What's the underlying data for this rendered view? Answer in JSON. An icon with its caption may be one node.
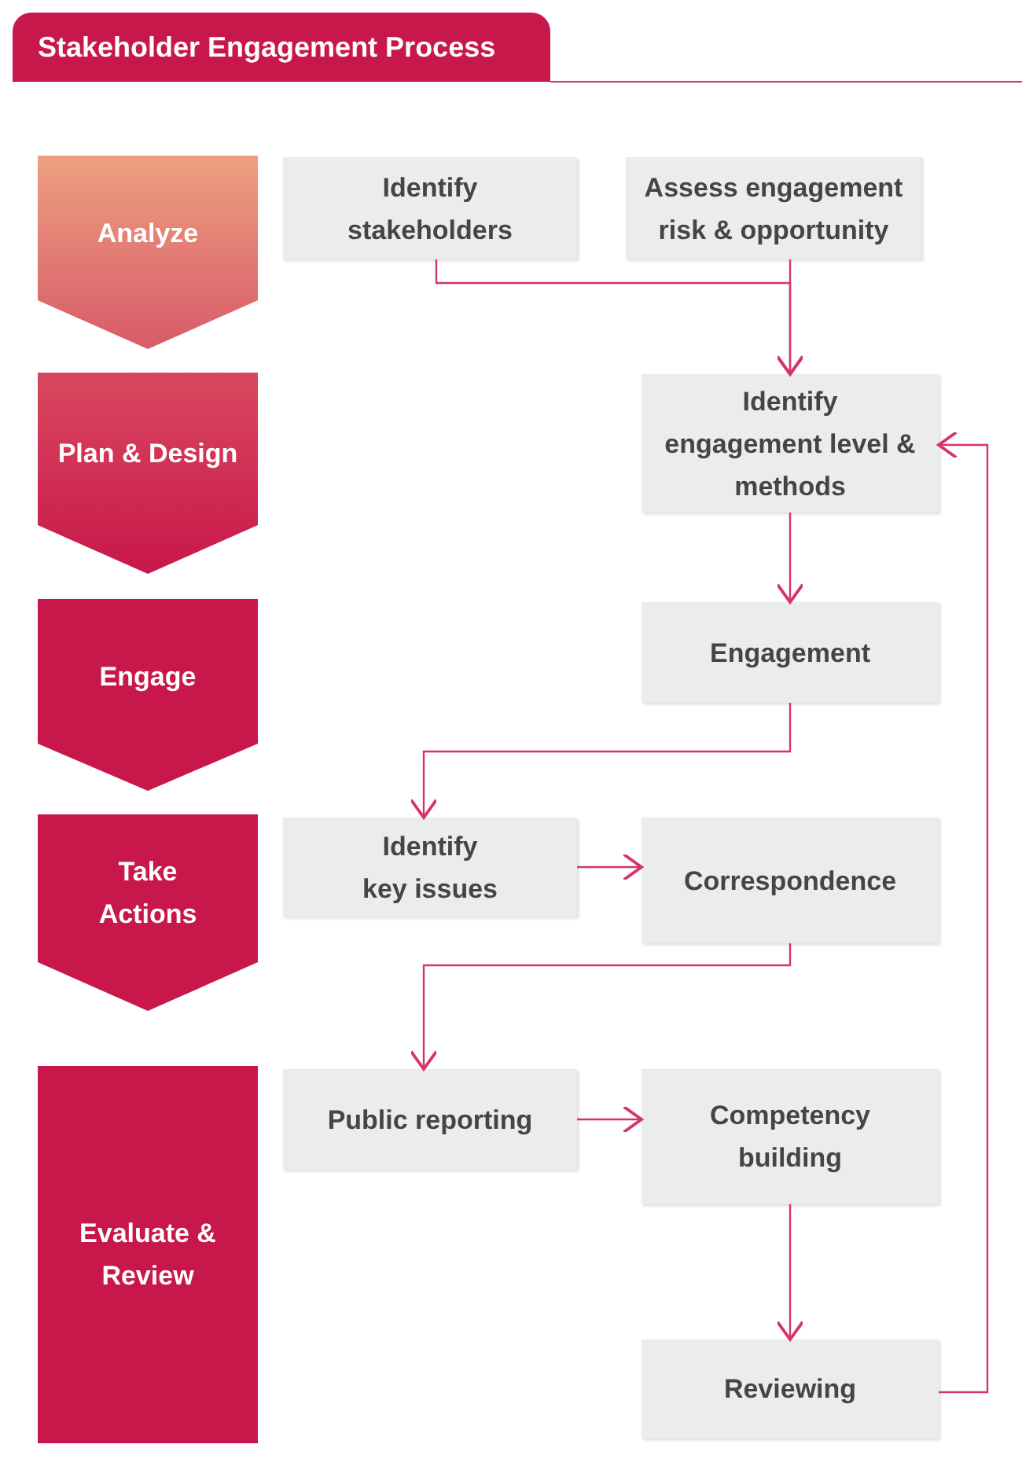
{
  "diagram": {
    "title": "Stakeholder Engagement Process",
    "nodes": [
      {
        "text": [
          "Analyze"
        ]
      },
      {
        "text": [
          "Identify stakeholders"
        ]
      },
      {
        "text": [
          "Assess engagement risk & opportunity"
        ]
      },
      {
        "text": [
          "Plan & Design"
        ]
      },
      {
        "text": [
          "Identify engagement level & methods"
        ]
      },
      {
        "text": [
          "Engage"
        ]
      },
      {
        "text": [
          "Engagement"
        ]
      },
      {
        "text": [
          "Take Actions"
        ]
      },
      {
        "text": [
          "Identify key issues"
        ]
      },
      {
        "text": [
          "Correspondence"
        ]
      },
      {
        "text": [
          "Evaluate & Review"
        ]
      },
      {
        "text": [
          "Public reporting"
        ]
      },
      {
        "text": [
          "Competency building"
        ]
      },
      {
        "text": [
          "Reviewing"
        ]
      }
    ],
    "edges": [
      {
        "from": 1,
        "to": 4,
        "arrow": "to"
      },
      {
        "from": 2,
        "to": 4,
        "arrow": "to"
      },
      {
        "from": 4,
        "to": 6,
        "arrow": "to"
      },
      {
        "from": 6,
        "to": 8,
        "arrow": "to"
      },
      {
        "from": 8,
        "to": 9,
        "arrow": "to"
      },
      {
        "from": 9,
        "to": 11,
        "arrow": "to"
      },
      {
        "from": 11,
        "to": 12,
        "arrow": "to"
      },
      {
        "from": 12,
        "to": 13,
        "arrow": "to"
      },
      {
        "from": 13,
        "to": 4,
        "arrow": "to"
      }
    ]
  }
}
